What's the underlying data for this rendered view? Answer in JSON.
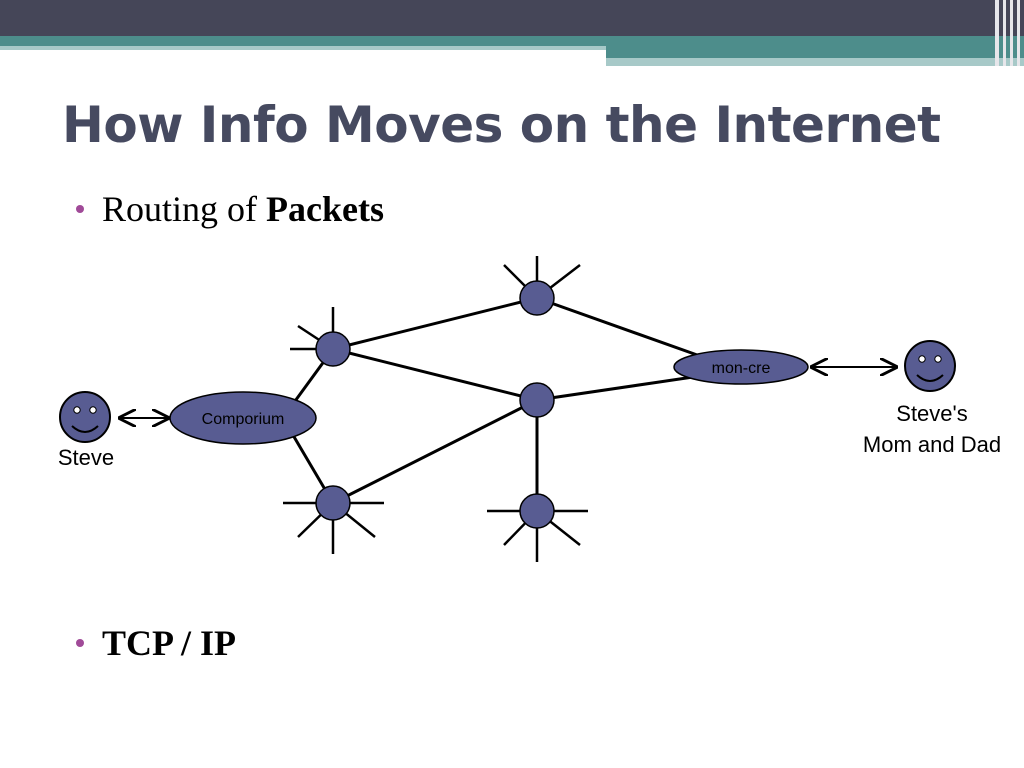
{
  "slide": {
    "title": "How Info Moves on the Internet",
    "bullets": [
      {
        "plain": "Routing of ",
        "bold": "Packets"
      },
      {
        "plain": "",
        "bold": "TCP / IP"
      }
    ]
  },
  "diagram": {
    "server_left": "Comporium",
    "server_right": "mon-cre",
    "person_left": "Steve",
    "person_right_line1": "Steve's",
    "person_right_line2": "Mom and Dad"
  },
  "colors": {
    "title": "#464a60",
    "node_fill": "#585c92",
    "bullet_dot": "#a04a98",
    "header_dark": "#454658",
    "header_teal": "#4d8d8b"
  }
}
